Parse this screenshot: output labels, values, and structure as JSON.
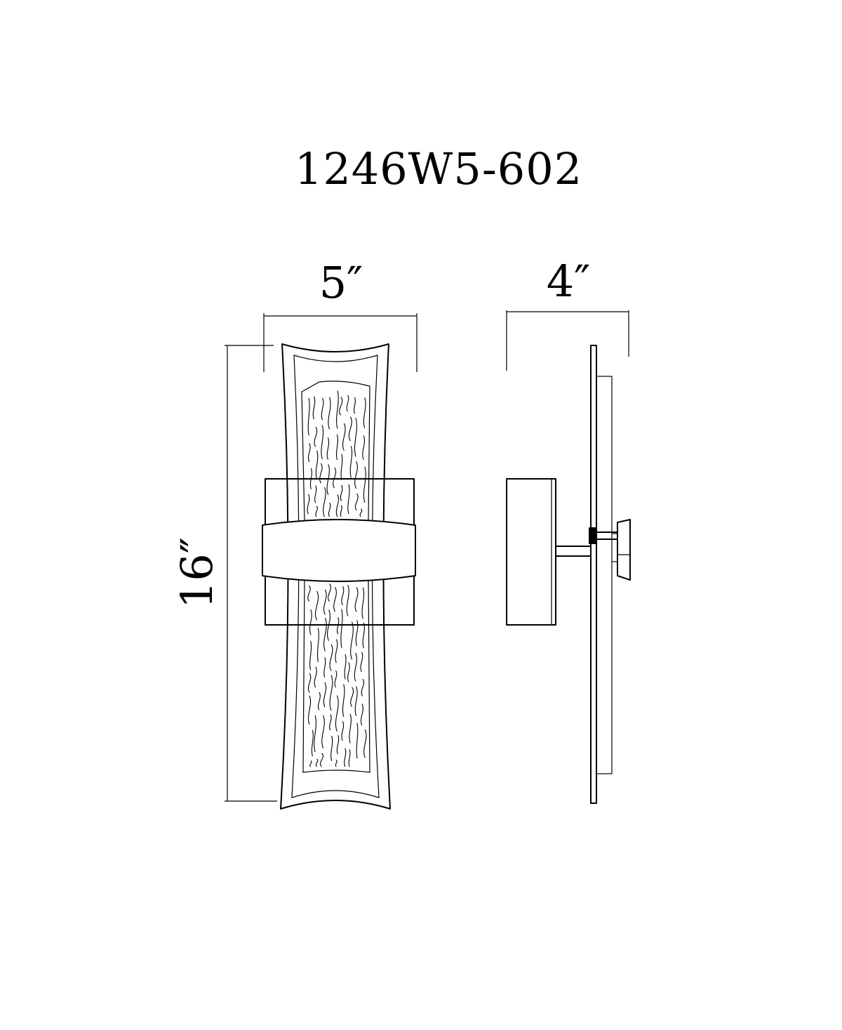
{
  "title": "1246W5-602",
  "dimensions": {
    "width": "5″",
    "depth": "4″",
    "height": "16″"
  },
  "colors": {
    "line": "#000000",
    "background": "#ffffff"
  }
}
